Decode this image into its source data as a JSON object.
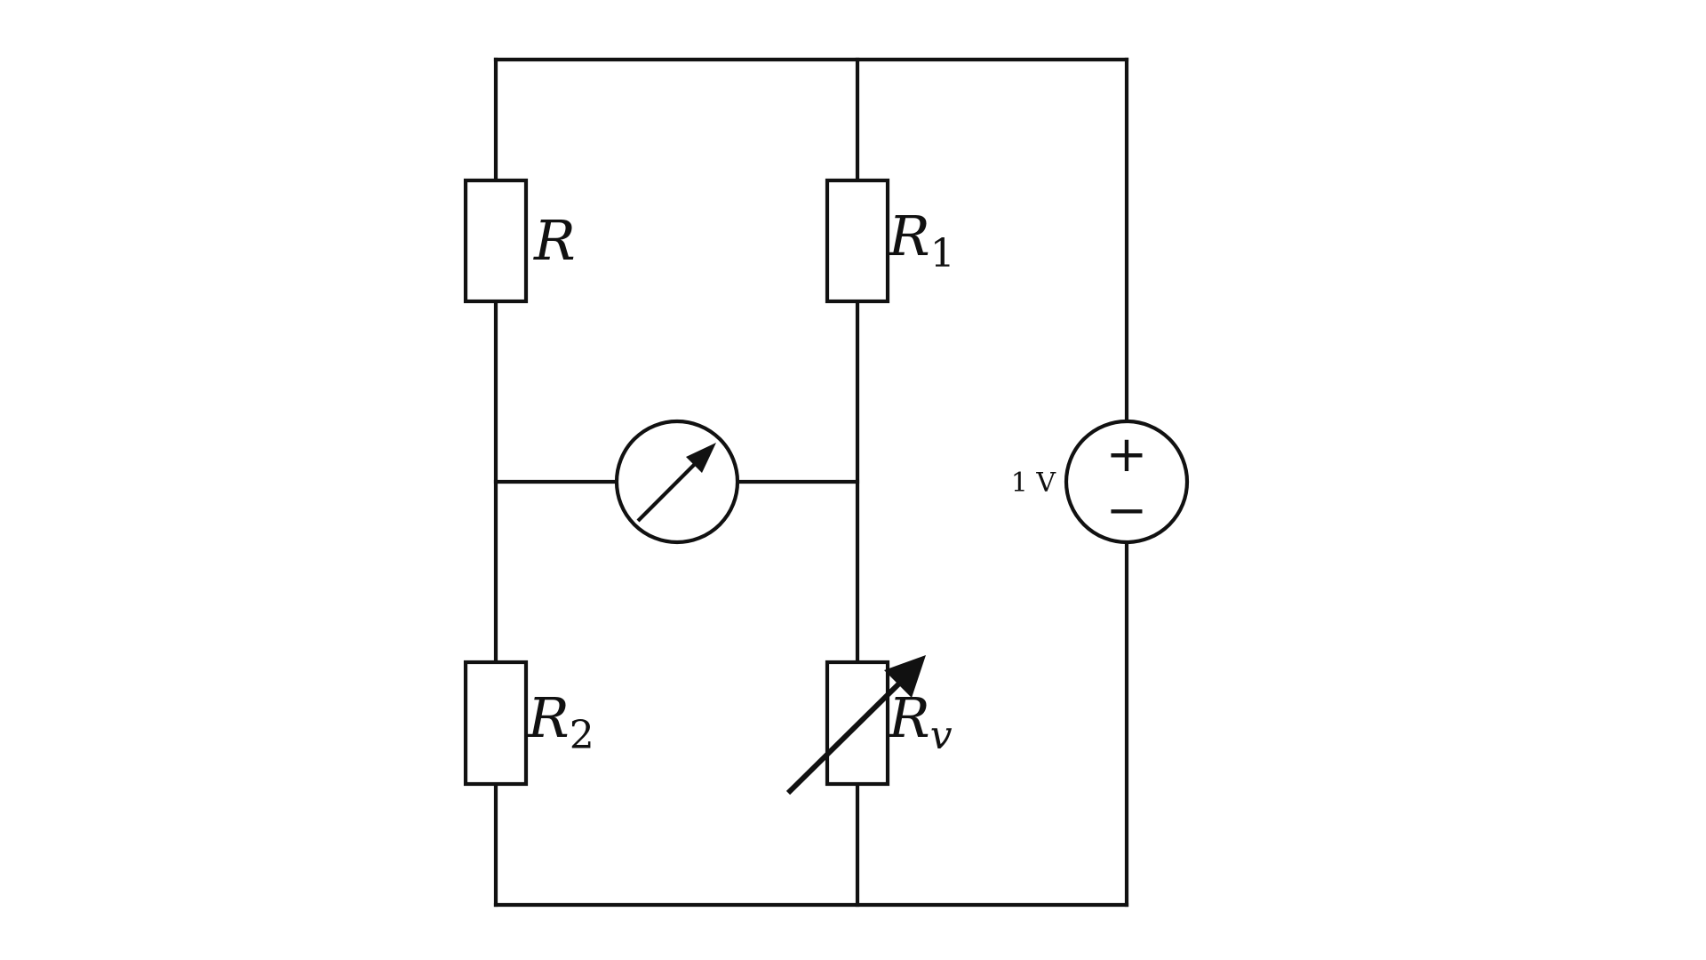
{
  "diagram": {
    "type": "wheatstone-bridge-circuit",
    "components": {
      "r": {
        "symbol": "R",
        "subscript": ""
      },
      "r1": {
        "symbol": "R",
        "subscript": "1"
      },
      "r2": {
        "symbol": "R",
        "subscript": "2"
      },
      "rv": {
        "symbol": "R",
        "subscript": "v",
        "variable": true
      },
      "galvanometer": {
        "kind": "meter"
      },
      "source": {
        "kind": "voltage-source",
        "label": "1 V",
        "plus": "+",
        "minus": "−"
      }
    }
  }
}
